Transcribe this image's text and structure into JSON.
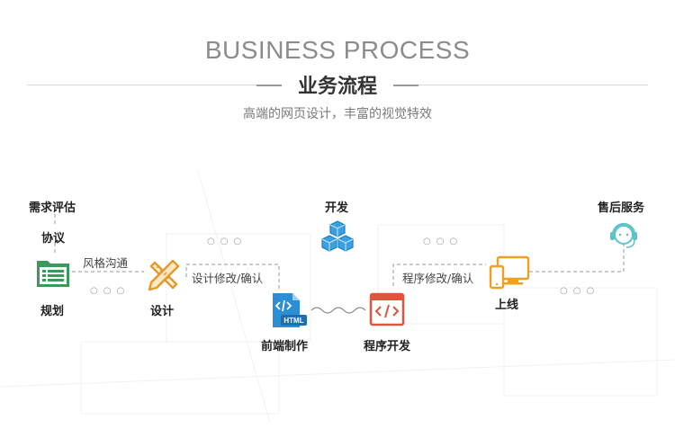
{
  "header": {
    "title_en": "BUSINESS PROCESS",
    "title_zh": "业务流程",
    "subtitle": "高端的网页设计，丰富的视觉特效"
  },
  "steps": {
    "requirements": "需求评估",
    "agreement": "协议",
    "planning": "规划",
    "design": "设计",
    "development": "开发",
    "frontend": "前端制作",
    "backend": "程序开发",
    "launch": "上线",
    "after_sales": "售后服务"
  },
  "notes": {
    "communication": "风格沟通",
    "design_confirm": "设计修改/确认",
    "program_confirm": "程序修改/确认"
  },
  "icons": {
    "planning": "document-list-icon",
    "design": "pencil-ruler-icon",
    "development": "cubes-icon",
    "frontend": "html-file-icon",
    "backend": "code-window-icon",
    "launch": "devices-icon",
    "after_sales": "headset-icon"
  },
  "colors": {
    "green": "#3a9a5c",
    "blue": "#2c8fd6",
    "red": "#e0533d",
    "orange": "#f0a020",
    "teal": "#5ec3c7"
  },
  "html_badge": "HTML"
}
